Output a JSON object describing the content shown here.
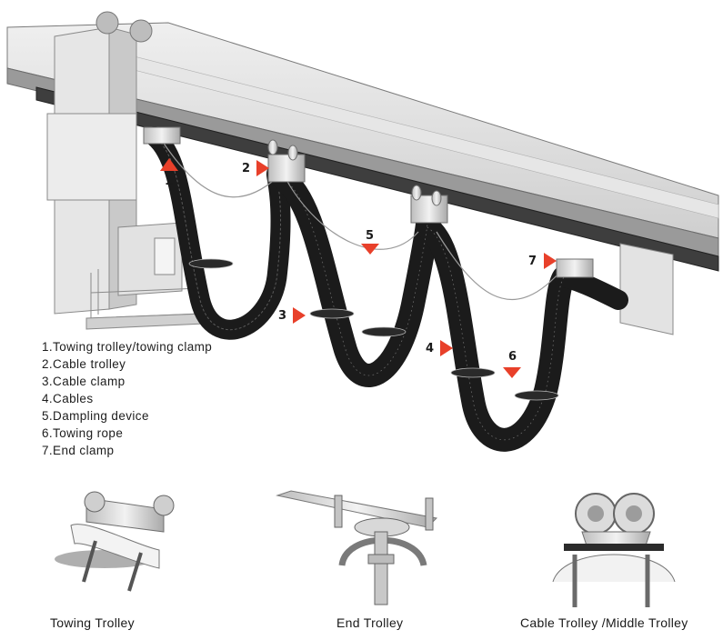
{
  "legend": [
    "1.Towing trolley/towing clamp",
    "2.Cable trolley",
    "3.Cable clamp",
    "4.Cables",
    "5.Dampling device",
    "6.Towing rope",
    "7.End clamp"
  ],
  "markers": [
    "1",
    "2",
    "3",
    "4",
    "5",
    "6",
    "7"
  ],
  "captions": {
    "towing": "Towing Trolley",
    "end": "End Trolley",
    "cable": "Cable Trolley /Middle Trolley"
  },
  "colors": {
    "marker": "#e8402a",
    "cable": "#1b1b1b",
    "steel": "#d9d9d9",
    "steel_dark": "#8c8c8c"
  }
}
